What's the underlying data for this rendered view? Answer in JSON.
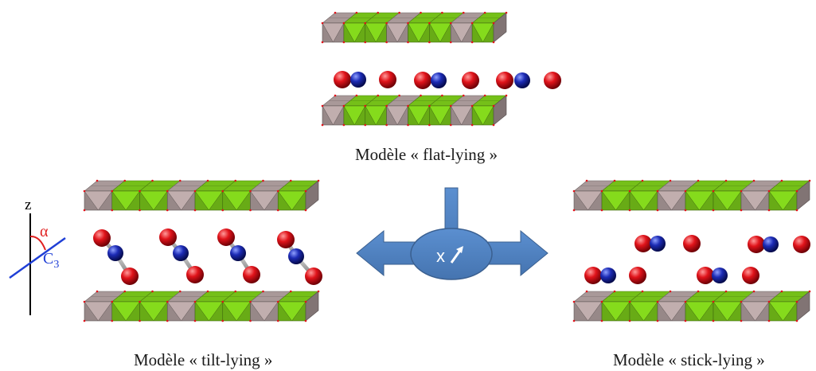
{
  "models": {
    "flat": {
      "label": "Modèle « flat-lying  »"
    },
    "tilt": {
      "label": "Modèle « tilt-lying »"
    },
    "stick": {
      "label": "Modèle « stick-lying »"
    }
  },
  "axes": {
    "z": "z",
    "alpha": "α",
    "c3_main": "C",
    "c3_sub": "3"
  },
  "center": {
    "label": "x"
  },
  "colors": {
    "octahedron_green": "#7fd11b",
    "octahedron_grey": "#b8a6a6",
    "oxygen_red": "#e0131a",
    "nitrogen_blue": "#1c2bb5",
    "arrow_blue": "#4f80bd",
    "arrow_outline": "#3a5f8f",
    "alpha_red": "#e02020",
    "c3_blue": "#1f3fd6"
  }
}
